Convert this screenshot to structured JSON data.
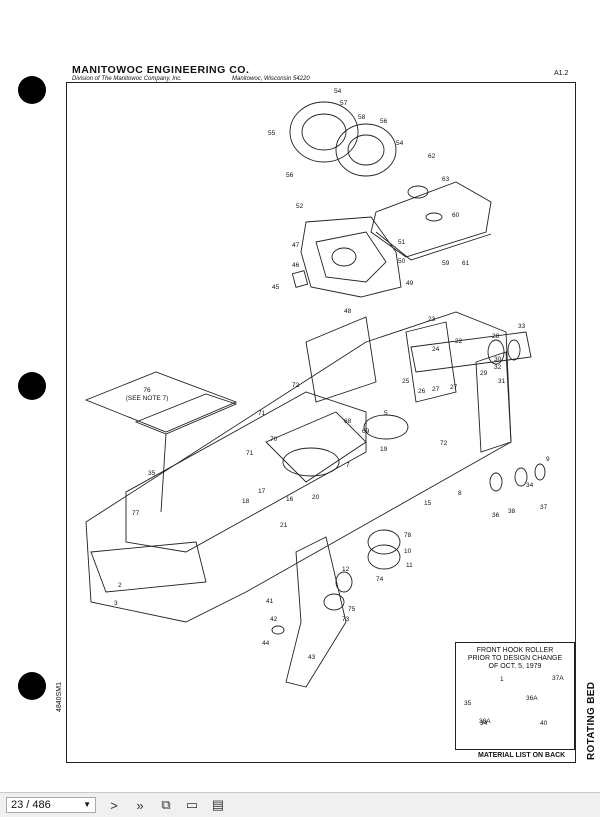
{
  "header": {
    "company": "MANITOWOC ENGINEERING CO.",
    "division": "Division of The Manitowoc Company, Inc.",
    "city": "Manitowoc, Wisconsin 54220",
    "page_ref": "A1.2"
  },
  "side_title": "ROTATING BED",
  "doc_number": "4840SM1",
  "inset": {
    "lines": [
      "FRONT HOOK ROLLER",
      "PRIOR TO DESIGN CHANGE",
      "OF OCT. 5, 1979"
    ]
  },
  "material_note": "MATERIAL LIST ON BACK",
  "see_note": {
    "number": "76",
    "text": "(SEE NOTE 7)"
  },
  "callouts": [
    "54",
    "57",
    "58",
    "56",
    "55",
    "56",
    "54",
    "62",
    "63",
    "60",
    "52",
    "51",
    "47",
    "50",
    "46",
    "49",
    "45",
    "48",
    "59",
    "61",
    "23",
    "22",
    "24",
    "28",
    "33",
    "30",
    "32",
    "29",
    "31",
    "25",
    "26",
    "27",
    "27",
    "72",
    "71",
    "5",
    "68",
    "69",
    "70",
    "19",
    "72",
    "7",
    "71",
    "17",
    "18",
    "16",
    "20",
    "21",
    "15",
    "8",
    "9",
    "34",
    "36",
    "38",
    "37",
    "35",
    "77",
    "78",
    "10",
    "11",
    "12",
    "74",
    "75",
    "73",
    "42",
    "44",
    "43",
    "41",
    "3",
    "2",
    "1",
    "38A",
    "37A",
    "36A",
    "34",
    "40",
    "35"
  ],
  "toolbar": {
    "page_indicator": "23 / 486",
    "icons": [
      "chevron-down-icon",
      "next-page-icon",
      "last-page-icon",
      "copy-icon",
      "page-layout-icon",
      "pages-icon"
    ]
  }
}
